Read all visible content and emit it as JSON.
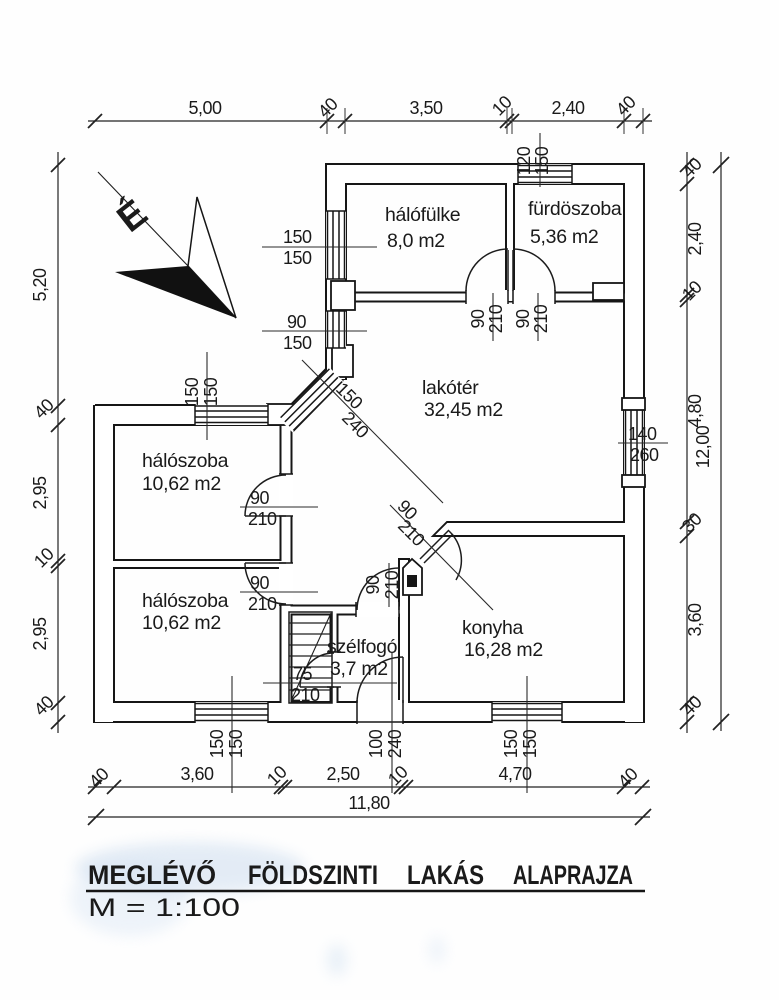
{
  "title": {
    "words": [
      "MEGLÉVŐ",
      "FÖLDSZINTI",
      "LAKÁS",
      "ALAPRAJZA"
    ],
    "scale": "M = 1:100"
  },
  "north": {
    "label": "É"
  },
  "rooms": [
    {
      "name": "hálófülke",
      "area": "8,0 m2"
    },
    {
      "name": "fürdöszoba",
      "area": "5,36 m2"
    },
    {
      "name": "lakótér",
      "area": "32,45 m2"
    },
    {
      "name": "hálószoba",
      "area": "10,62 m2"
    },
    {
      "name": "hálószoba",
      "area": "10,62 m2"
    },
    {
      "name": "szélfogó",
      "area": "3,7 m2"
    },
    {
      "name": "konyha",
      "area": "16,28 m2"
    }
  ],
  "dims": {
    "top": [
      "5,00",
      "40",
      "3,50",
      "10",
      "2,40",
      "40"
    ],
    "bottom": [
      "40",
      "3,60",
      "10",
      "2,50",
      "10",
      "4,70",
      "40"
    ],
    "left": [
      "5,20",
      "40",
      "2,95",
      "10",
      "2,95",
      "40"
    ],
    "right": [
      "40",
      "2,40",
      "10",
      "4,80",
      "30",
      "3,60",
      "40"
    ],
    "total_width": "11,80",
    "total_height": "12,00"
  },
  "openings": {
    "upper_window_1": [
      "150",
      "150"
    ],
    "upper_window_2": [
      "90",
      "150"
    ],
    "bath_window": [
      "120",
      "150"
    ],
    "diag_window": [
      "150",
      "240"
    ],
    "hall_door": [
      "90",
      "210"
    ],
    "bath_door": [
      "90",
      "210"
    ],
    "living_window": [
      "140",
      "260"
    ],
    "bed1_door": [
      "90",
      "210"
    ],
    "bed2_door": [
      "90",
      "210"
    ],
    "bed_top_window": [
      "150",
      "150"
    ],
    "bed_bottom_window": [
      "150",
      "150"
    ],
    "vestibule_door": [
      "90",
      "210"
    ],
    "kitchen_door": [
      "90",
      "210"
    ],
    "stairs_door": [
      "75",
      "210"
    ],
    "entry_door": [
      "100",
      "240"
    ],
    "kitchen_window": [
      "150",
      "150"
    ]
  }
}
